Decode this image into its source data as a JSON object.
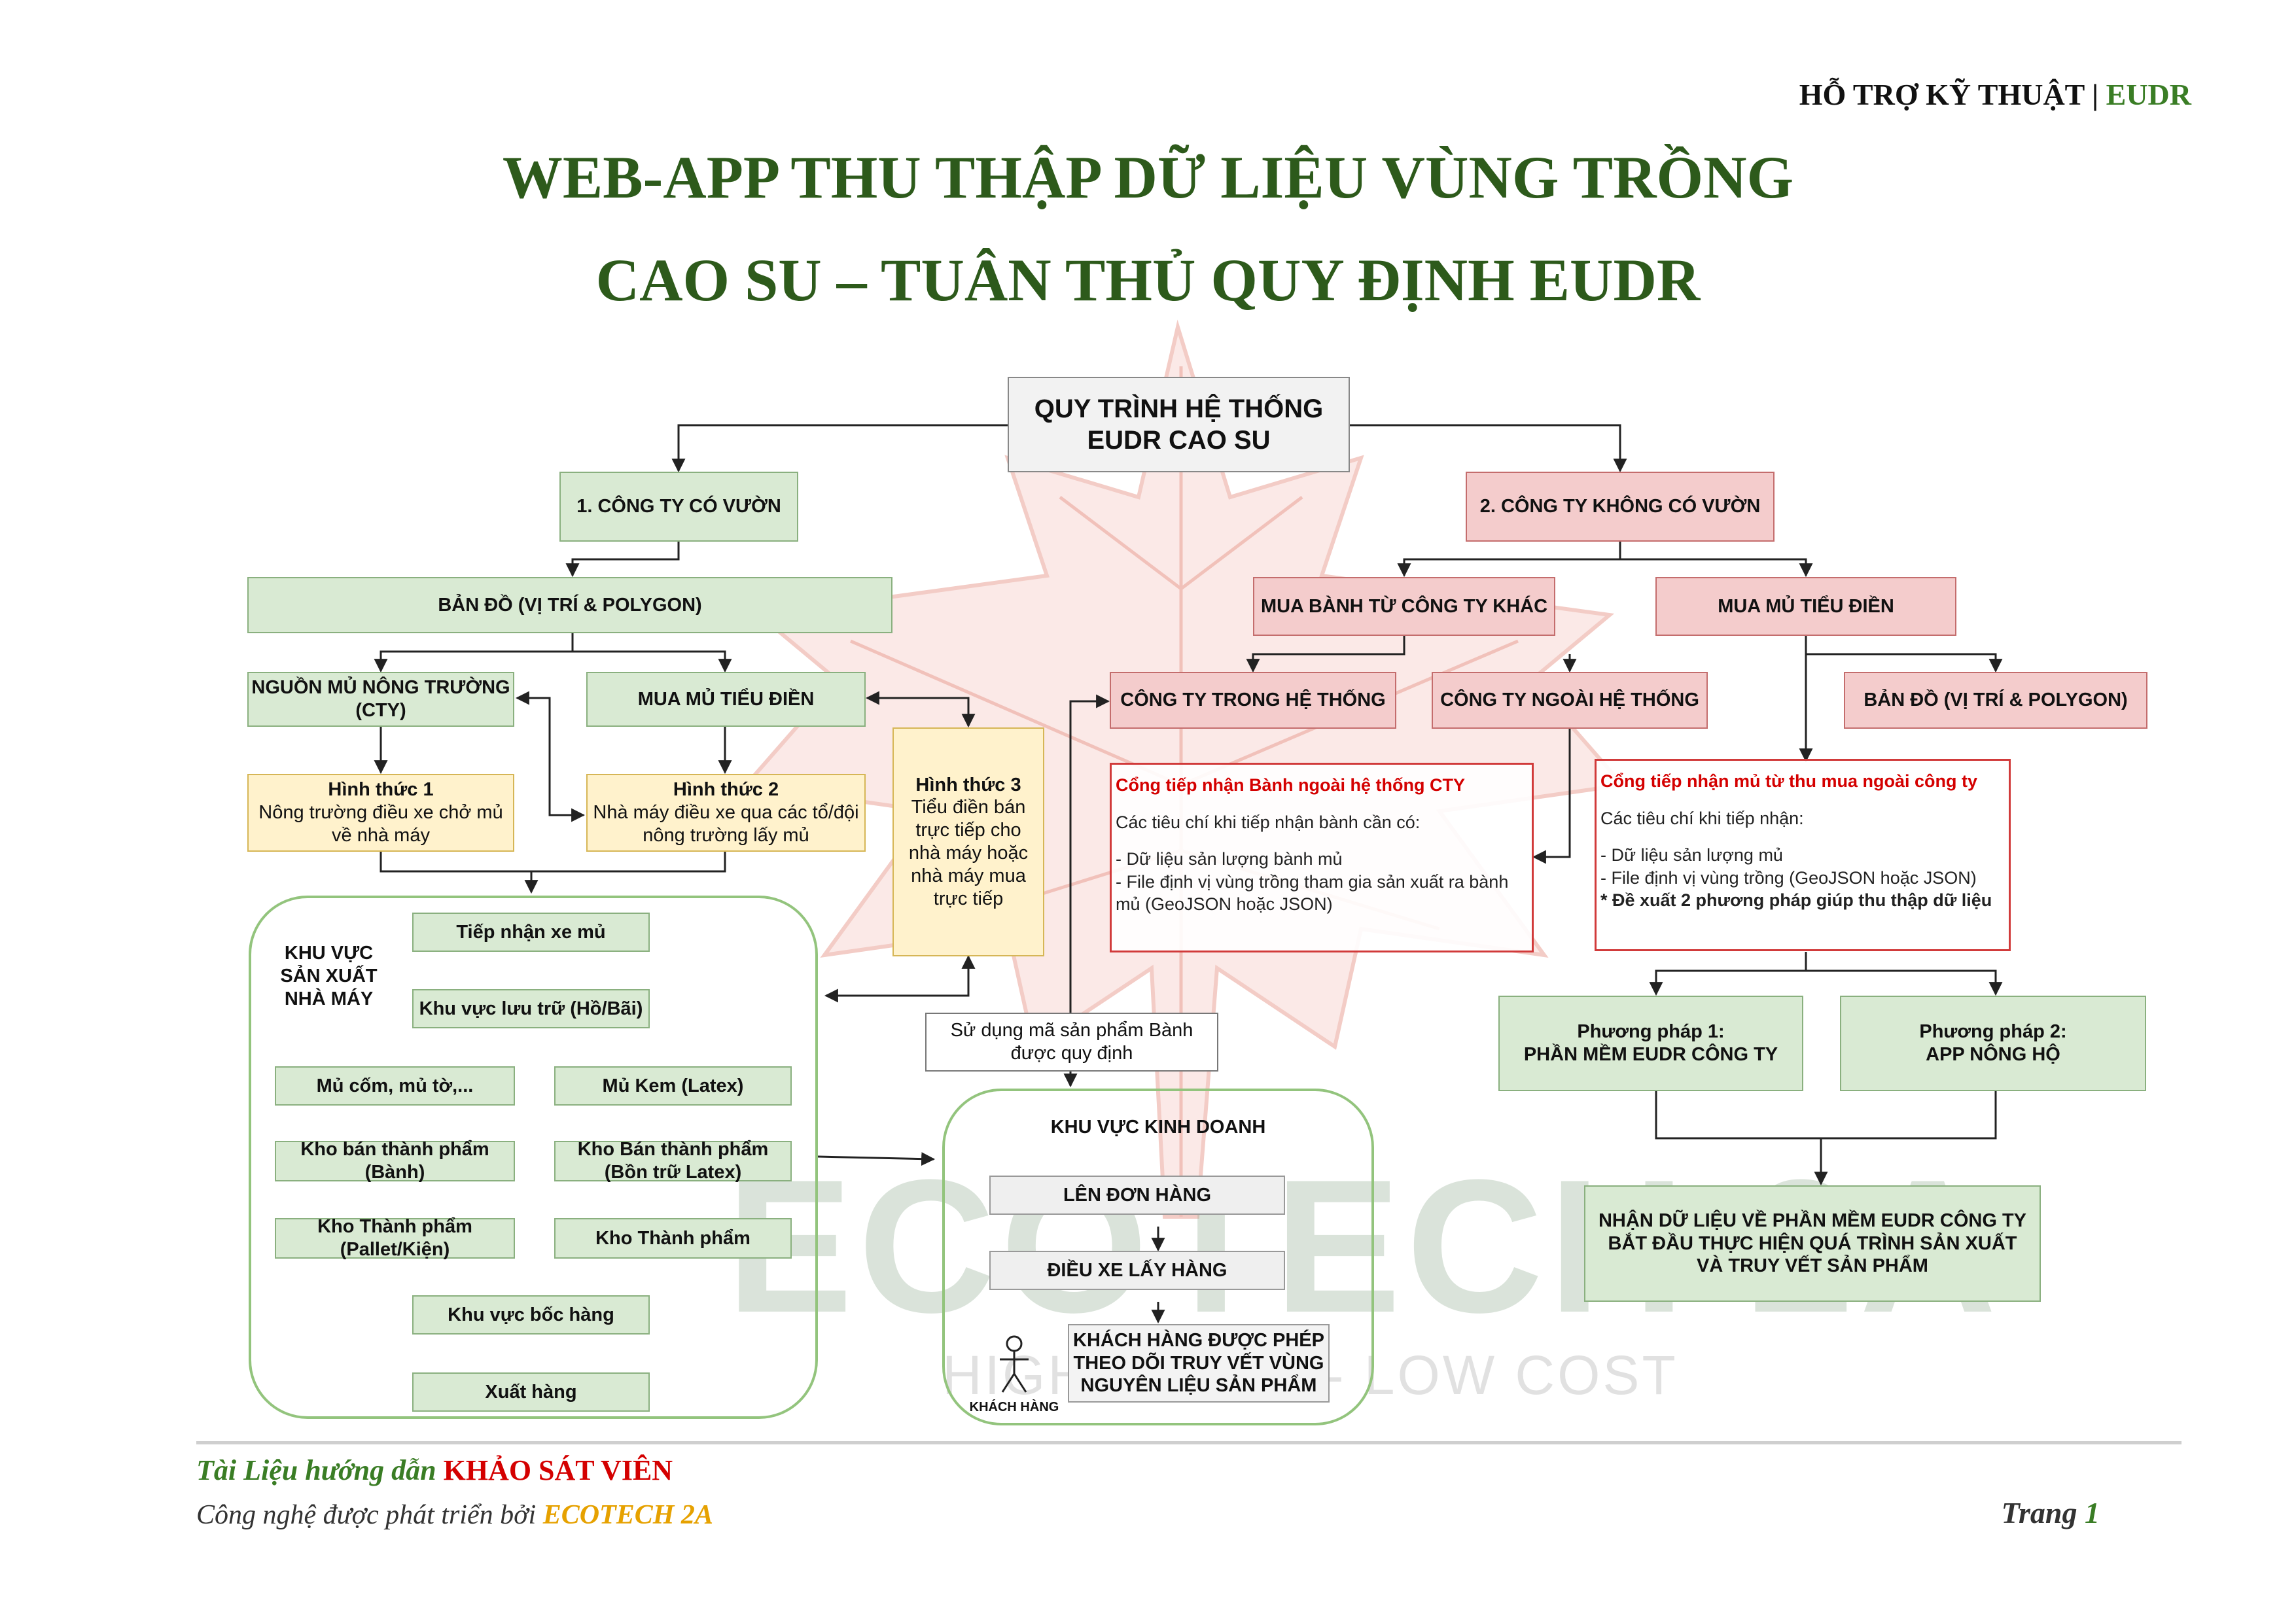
{
  "header": {
    "prefix": "HỖ TRỢ KỸ THUẬT |",
    "accent": "EUDR"
  },
  "title": {
    "line1": "WEB-APP THU THẬP DỮ LIỆU VÙNG TRỒNG",
    "line2": "CAO SU – TUÂN THỦ QUY ĐỊNH EUDR"
  },
  "watermark": {
    "main": "ECOTECH 2A",
    "sub": "HIGH SPEED - LOW COST"
  },
  "diagram": {
    "root": "QUY TRÌNH HỆ THỐNG EUDR CAO SU",
    "left": {
      "company": "1. CÔNG TY CÓ VƯỜN",
      "map": "BẢN ĐỒ (VỊ TRÍ & POLYGON)",
      "source": "NGUỒN MỦ NÔNG TRƯỜNG (CTY)",
      "buy": "MUA MỦ TIỂU ĐIỀN",
      "form1_title": "Hình thức 1",
      "form1_text": "Nông trường điều xe chở mủ về nhà máy",
      "form2_title": "Hình thức 2",
      "form2_text": "Nhà máy điều xe qua các tổ/đội nông trường lấy mủ",
      "form3_title": "Hình thức 3",
      "form3_text": "Tiểu điền bán trực tiếp cho nhà máy hoặc nhà máy mua trực tiếp",
      "factory_label": "KHU VỰC SẢN XUẤT NHÀ MÁY",
      "factory_items": {
        "receive": "Tiếp nhận xe mủ",
        "storage": "Khu vực lưu trữ (Hồ/Bãi)",
        "crepe": "Mủ cốm, mủ tờ,...",
        "latex": "Mủ Kem (Latex)",
        "semi_sheet": "Kho bán thành phẩm (Bành)",
        "semi_latex": "Kho Bán thành phẩm (Bồn trữ Latex)",
        "finished_pallet": "Kho Thành phẩm (Pallet/Kiện)",
        "finished": "Kho Thành phẩm",
        "loading": "Khu vực bốc hàng",
        "export": "Xuất hàng"
      }
    },
    "product_code": "Sử dụng mã sản phẩm Bành được quy định",
    "business": {
      "label": "KHU VỰC KINH DOANH",
      "order": "LÊN ĐƠN HÀNG",
      "dispatch": "ĐIỀU XE LẤY HÀNG",
      "customer_text": "KHÁCH HÀNG ĐƯỢC PHÉP THEO DÕI TRUY VẾT VÙNG NGUYÊN LIỆU SẢN PHẨM",
      "customer_label": "KHÁCH HÀNG"
    },
    "right": {
      "company": "2. CÔNG TY KHÔNG CÓ VƯỜN",
      "buy_sheet": "MUA BÀNH TỪ CÔNG TY KHÁC",
      "buy_latex": "MUA MỦ TIỂU ĐIỀN",
      "in_system": "CÔNG TY TRONG HỆ THỐNG",
      "out_system": "CÔNG TY NGOÀI HỆ THỐNG",
      "map": "BẢN ĐỒ (VỊ TRÍ & POLYGON)",
      "gate1": {
        "title": "Cổng tiếp nhận Bành ngoài hệ thống CTY",
        "intro": "Các tiêu chí khi tiếp nhận bành cần có:",
        "item1": "- Dữ liệu sản lượng bành mủ",
        "item2": "- File định vị vùng trồng tham gia sản xuất ra bành mủ (GeoJSON hoặc JSON)"
      },
      "gate2": {
        "title": "Cổng tiếp nhận mủ từ thu mua ngoài công ty",
        "intro": "Các tiêu chí khi tiếp nhận:",
        "item1": "- Dữ liệu sản lượng mủ",
        "item2": "- File định vị vùng trồng (GeoJSON hoặc JSON)",
        "note": "* Đề xuất 2 phương pháp giúp thu thập dữ liệu"
      },
      "method1_title": "Phương pháp 1:",
      "method1_text": "PHẦN MỀM EUDR CÔNG TY",
      "method2_title": "Phương pháp 2:",
      "method2_text": "APP NÔNG HỘ",
      "result": "NHẬN DỮ LIỆU VỀ PHẦN MỀM EUDR CÔNG TY BẮT ĐẦU THỰC HIỆN QUÁ TRÌNH SẢN XUẤT VÀ TRUY VẾT SẢN PHẨM"
    }
  },
  "footer": {
    "guide_prefix": "Tài Liệu hướng dẫn",
    "guide_accent": "KHẢO SÁT VIÊN",
    "dev_prefix": "Công nghệ được phát triển bởi",
    "dev_accent": "ECOTECH 2A",
    "page_label": "Trang",
    "page_number": "1"
  },
  "colors": {
    "title": "#2d5a1b",
    "green_box": "#d9ead3",
    "pink_box": "#f4cccc",
    "yellow_box": "#fff2cc",
    "note_border": "#d13a3a"
  }
}
